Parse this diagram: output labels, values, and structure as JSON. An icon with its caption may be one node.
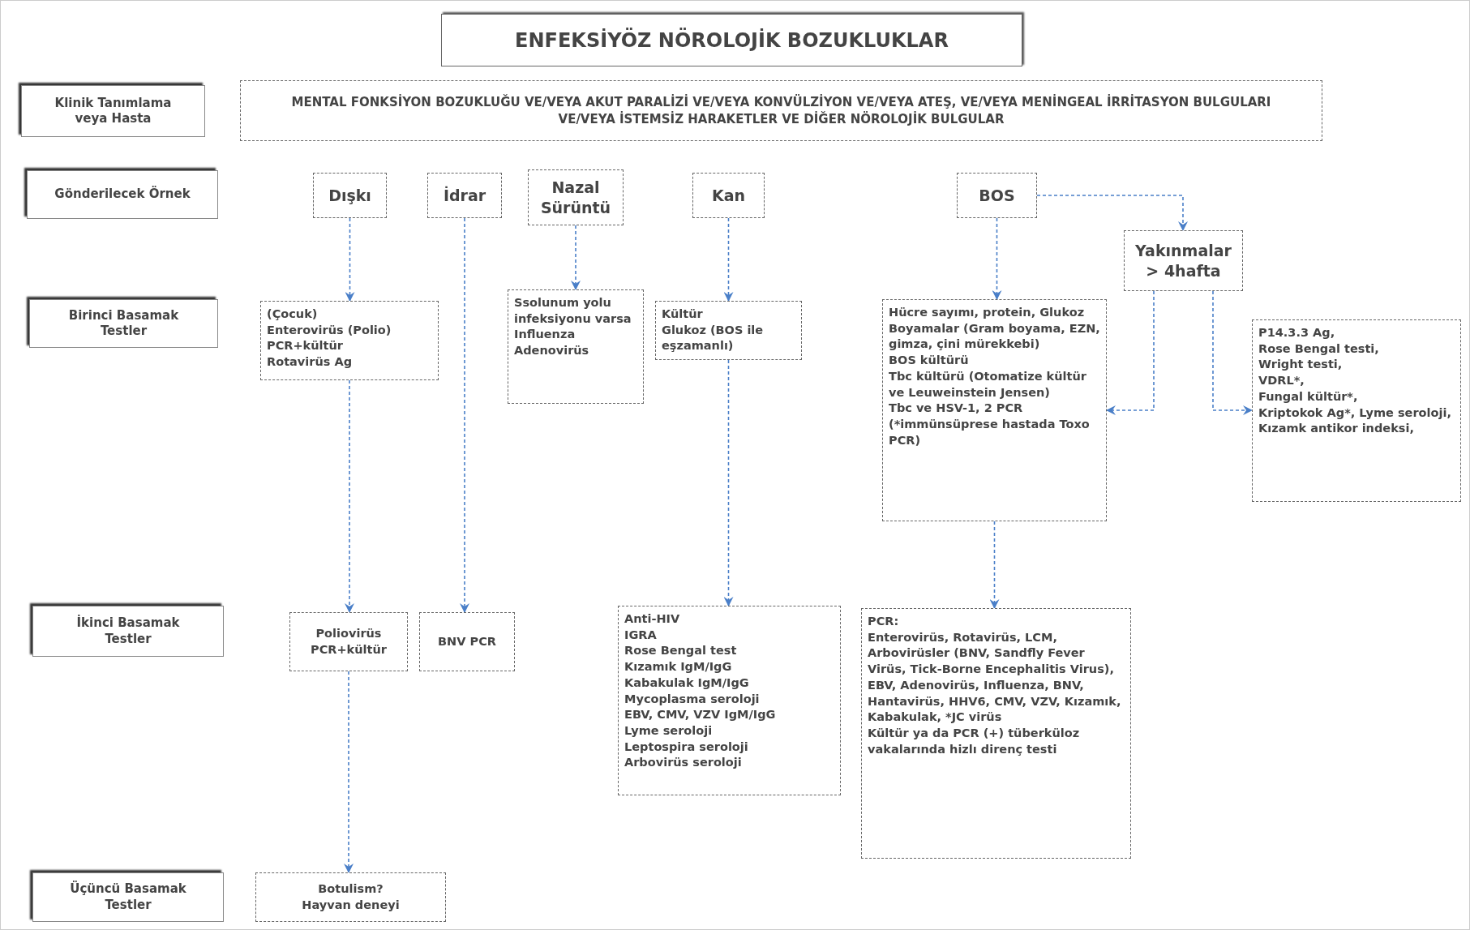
{
  "diagram": {
    "title": "ENFEKSİYÖZ NÖROLOJİK BOZUKLUKLAR",
    "nodes": [
      {
        "text": [
          "Klinik Tanımlama veya Hasta"
        ]
      },
      {
        "text": [
          "MENTAL FONKSİYON BOZUKLUĞU VE/VEYA AKUT PARALİZİ VE/VEYA KONVÜLZİYON VE/VEYA ATEŞ, VE/VEYA MENİNGEAL İRRİTASYON BULGULARI VE/VEYA İSTEMSİZ HARAKETLER VE DİĞER NÖROLOJİK BULGULAR"
        ]
      },
      {
        "text": [
          "Gönderilecek Örnek"
        ]
      },
      {
        "text": [
          "Dışkı"
        ]
      },
      {
        "text": [
          "İdrar"
        ]
      },
      {
        "text": [
          "Nazal Sürüntü"
        ]
      },
      {
        "text": [
          "Kan"
        ]
      },
      {
        "text": [
          "BOS"
        ]
      },
      {
        "text": [
          "Yakınmalar",
          "> 4hafta"
        ]
      },
      {
        "text": [
          "Birinci Basamak Testler"
        ]
      },
      {
        "text": [
          "(Çocuk)",
          "Enterovirüs (Polio)",
          "PCR+kültür",
          "Rotavirüs Ag"
        ]
      },
      {
        "text": [
          "Ssolunum yolu infeksiyonu varsa",
          "Influenza",
          "Adenovirüs"
        ]
      },
      {
        "text": [
          "Kültür",
          "Glukoz (BOS ile eşzamanlı)"
        ]
      },
      {
        "text": [
          "Hücre sayımı, protein, Glukoz",
          "Boyamalar (Gram boyama, EZN, gimza, çini mürekkebi)",
          "BOS kültürü",
          "Tbc kültürü (Otomatize kültür ve Leuweinstein Jensen)",
          "Tbc ve HSV-1, 2 PCR (*immünsüprese hastada Toxo PCR)"
        ]
      },
      {
        "text": [
          "P14.3.3 Ag,",
          "Rose Bengal testi,",
          "Wright testi,",
          "VDRL*,",
          "Fungal kültür*,",
          "Kriptokok Ag*, Lyme seroloji,",
          "Kızamk antikor indeksi,"
        ]
      },
      {
        "text": [
          "İkinci Basamak Testler"
        ]
      },
      {
        "text": [
          "Poliovirüs",
          "PCR+kültür"
        ]
      },
      {
        "text": [
          "BNV PCR"
        ]
      },
      {
        "text": [
          "Anti-HIV",
          "IGRA",
          "Rose Bengal test",
          "Kızamık IgM/IgG",
          "Kabakulak IgM/IgG",
          "Mycoplasma seroloji",
          "EBV, CMV, VZV IgM/IgG",
          "Lyme seroloji",
          "Leptospira seroloji",
          "Arbovirüs seroloji"
        ]
      },
      {
        "text": [
          "PCR:",
          "Enterovirüs, Rotavirüs, LCM, Arbovirüsler (BNV, Sandfly Fever Virüs, Tick-Borne Encephalitis Virus), EBV, Adenovirüs, Influenza, BNV, Hantavirüs, HHV6, CMV, VZV, Kızamık, Kabakulak, *JC virüs",
          "Kültür ya da PCR (+) tüberküloz vakalarında hizlı direnç testi"
        ]
      },
      {
        "text": [
          "Üçüncü Basamak Testler"
        ]
      },
      {
        "text": [
          "Botulism?",
          "Hayvan deneyi"
        ]
      }
    ],
    "edges": [
      {
        "from": 3,
        "to": 10,
        "arrow": "to"
      },
      {
        "from": 10,
        "to": 16,
        "arrow": "to"
      },
      {
        "from": 16,
        "to": 21,
        "arrow": "to"
      },
      {
        "from": 4,
        "to": 17,
        "arrow": "to"
      },
      {
        "from": 5,
        "to": 11,
        "arrow": "to"
      },
      {
        "from": 6,
        "to": 12,
        "arrow": "to"
      },
      {
        "from": 12,
        "to": 18,
        "arrow": "to"
      },
      {
        "from": 7,
        "to": 13,
        "arrow": "to"
      },
      {
        "from": 7,
        "to": 8,
        "arrow": "to"
      },
      {
        "from": 8,
        "to": 13,
        "arrow": "to"
      },
      {
        "from": 8,
        "to": 14,
        "arrow": "to"
      },
      {
        "from": 13,
        "to": 19,
        "arrow": "to"
      }
    ]
  }
}
